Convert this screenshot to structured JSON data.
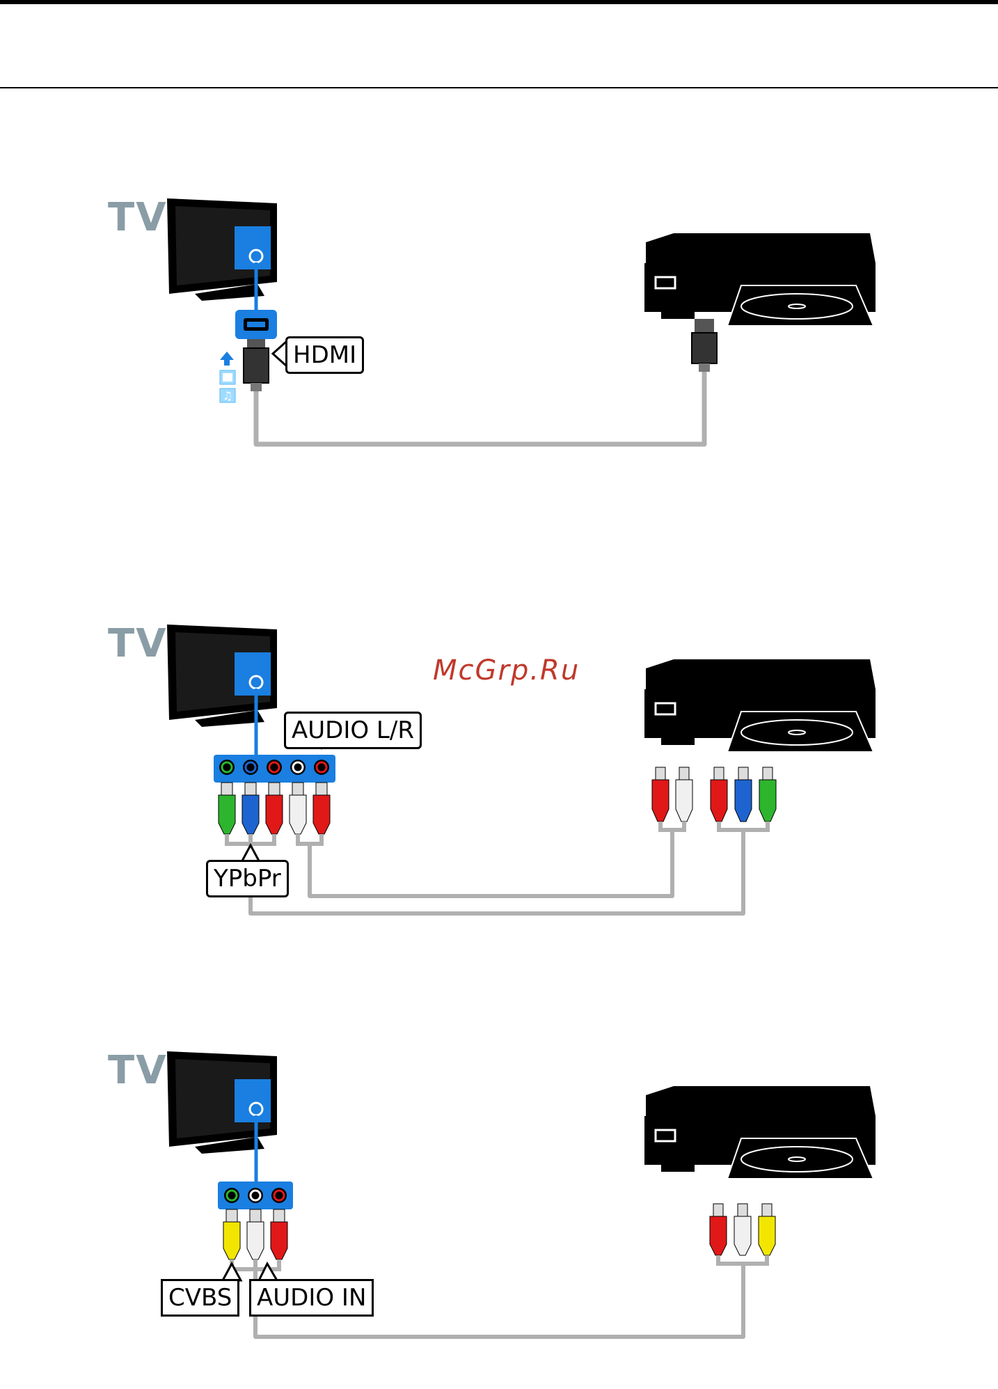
{
  "tv_label": "TV",
  "watermark": "McGrp.Ru",
  "diagrams": [
    {
      "callouts": [
        "HDMI"
      ]
    },
    {
      "callouts": [
        "AUDIO L/R",
        "YPbPr"
      ]
    },
    {
      "callouts": [
        "CVBS",
        "AUDIO IN"
      ]
    }
  ],
  "colors": {
    "tv_port": "#1a7fe0",
    "cable": "#b0b0b0",
    "tv_label": "#8a9da6",
    "green": "#2db52d",
    "blue": "#1e64d0",
    "red": "#e01818",
    "white": "#e8e8e8",
    "yellow": "#f2e600"
  },
  "icons": [
    "tv-icon",
    "player-icon",
    "hdmi-plug-icon",
    "rca-plug-icon",
    "usb-arrow-icon",
    "photo-icon",
    "music-icon"
  ]
}
